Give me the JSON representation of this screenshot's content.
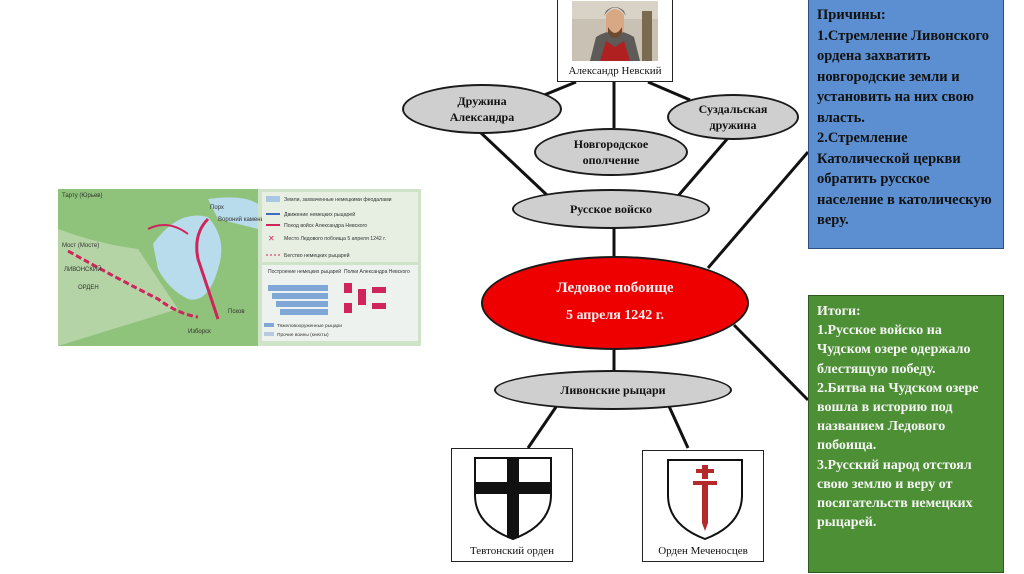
{
  "portrait": {
    "caption": "Александр Невский"
  },
  "nodes": {
    "druzhina": [
      "Дружина",
      "Александра"
    ],
    "suzdal": [
      "Суздальская",
      "дружина"
    ],
    "novgorod": [
      "Новгородское",
      "ополчение"
    ],
    "russian_army": "Русское войско",
    "livonian": "Ливонские рыцари"
  },
  "battle": {
    "title": "Ледовое побоище",
    "date": "5 апреля 1242 г."
  },
  "shields": {
    "teutonic": "Тевтонский орден",
    "swords": "Орден Меченосцев"
  },
  "causes": {
    "heading": "Причины:",
    "items": [
      "1.Стремление Ливонского ордена захватить новгородские земли и установить на них свою власть.",
      "2.Стремление Католической церкви обратить русское население в католическую веру."
    ]
  },
  "results": {
    "heading": "Итоги:",
    "items": [
      "1.Русское войско на Чудском озере одержало блестящую победу.",
      "2.Битва на Чудском озере вошла в историю под названием Ледового побоища.",
      "3.Русский народ отстоял свою землю и веру от посягательств немецких рыцарей."
    ]
  },
  "map": {
    "places": [
      "Тарту (Юрьев)",
      "Мост (Мосте)",
      "Порх",
      "Вороний камень",
      "ЛИВОНСКИЙ",
      "ОРДЕН",
      "Изборск",
      "Псков"
    ],
    "legend": [
      "Земли, захваченные немецкими феодалами",
      "Движение немецких рыцарей",
      "Поход войск Александра Невского",
      "Место Ледового побоища 5 апреля 1242 г.",
      "Бегство немецких рыцарей"
    ],
    "scheme_titles": [
      "Построение немецких рыцарей",
      "Полки Александра Невского"
    ],
    "scheme_legend": [
      "Тяжеловооруженные рыцари",
      "Прочие воины (кнехты)"
    ],
    "colors": {
      "land": "#8fc27a",
      "lake": "#b9dcec",
      "route": "#d0245c"
    }
  },
  "colors": {
    "main": "#ee0000",
    "oval": "#cfcfcf",
    "causes_box": "#5b8fd1",
    "results_box": "#4d8f34"
  }
}
